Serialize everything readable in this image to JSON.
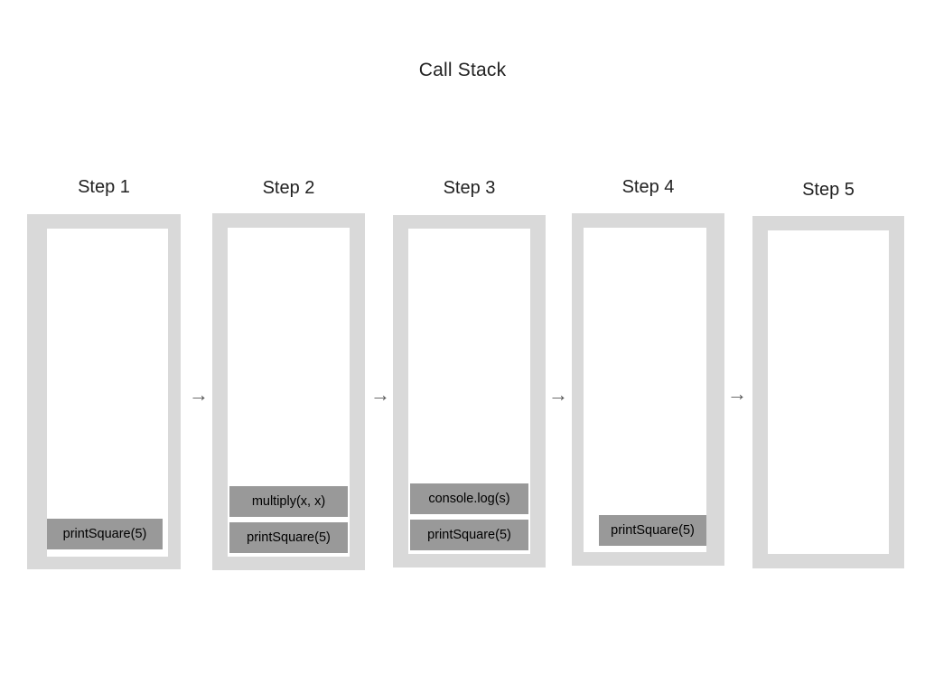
{
  "diagram": {
    "title": "Call Stack",
    "type": "call-stack-sequence",
    "arrow_glyph": "→",
    "colors": {
      "background": "#ffffff",
      "panel_border": "#d9d9d9",
      "panel_interior": "#ffffff",
      "frame_fill": "#999999",
      "frame_text": "#000000",
      "title_text": "#222222",
      "arrow": "#595959"
    },
    "arrow_count": 4,
    "steps": [
      {
        "label": "Step 1",
        "frames": [
          "printSquare(5)"
        ]
      },
      {
        "label": "Step 2",
        "frames": [
          "multiply(x, x)",
          "printSquare(5)"
        ]
      },
      {
        "label": "Step 3",
        "frames": [
          "console.log(s)",
          "printSquare(5)"
        ]
      },
      {
        "label": "Step 4",
        "frames": [
          "printSquare(5)"
        ]
      },
      {
        "label": "Step 5",
        "frames": []
      }
    ]
  }
}
